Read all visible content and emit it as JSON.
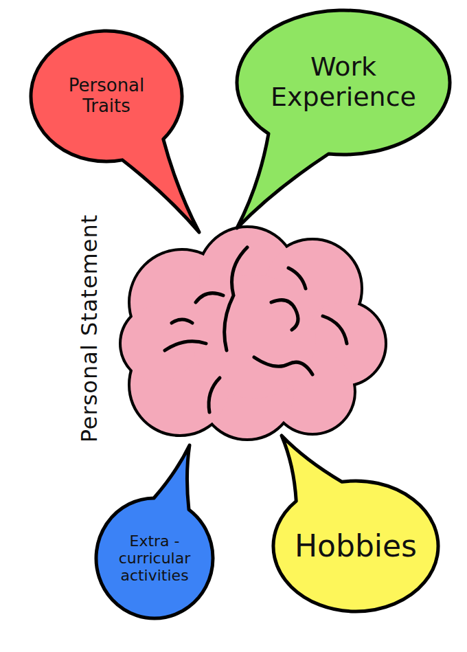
{
  "diagram": {
    "nodes": [
      {
        "text": [
          "Personal Traits"
        ]
      },
      {
        "text": [
          "Work Experience"
        ]
      },
      {
        "text": [
          "Extra -curricular activities"
        ]
      },
      {
        "text": [
          "Hobbies"
        ]
      }
    ],
    "labels": [
      "Personal Statement"
    ]
  }
}
